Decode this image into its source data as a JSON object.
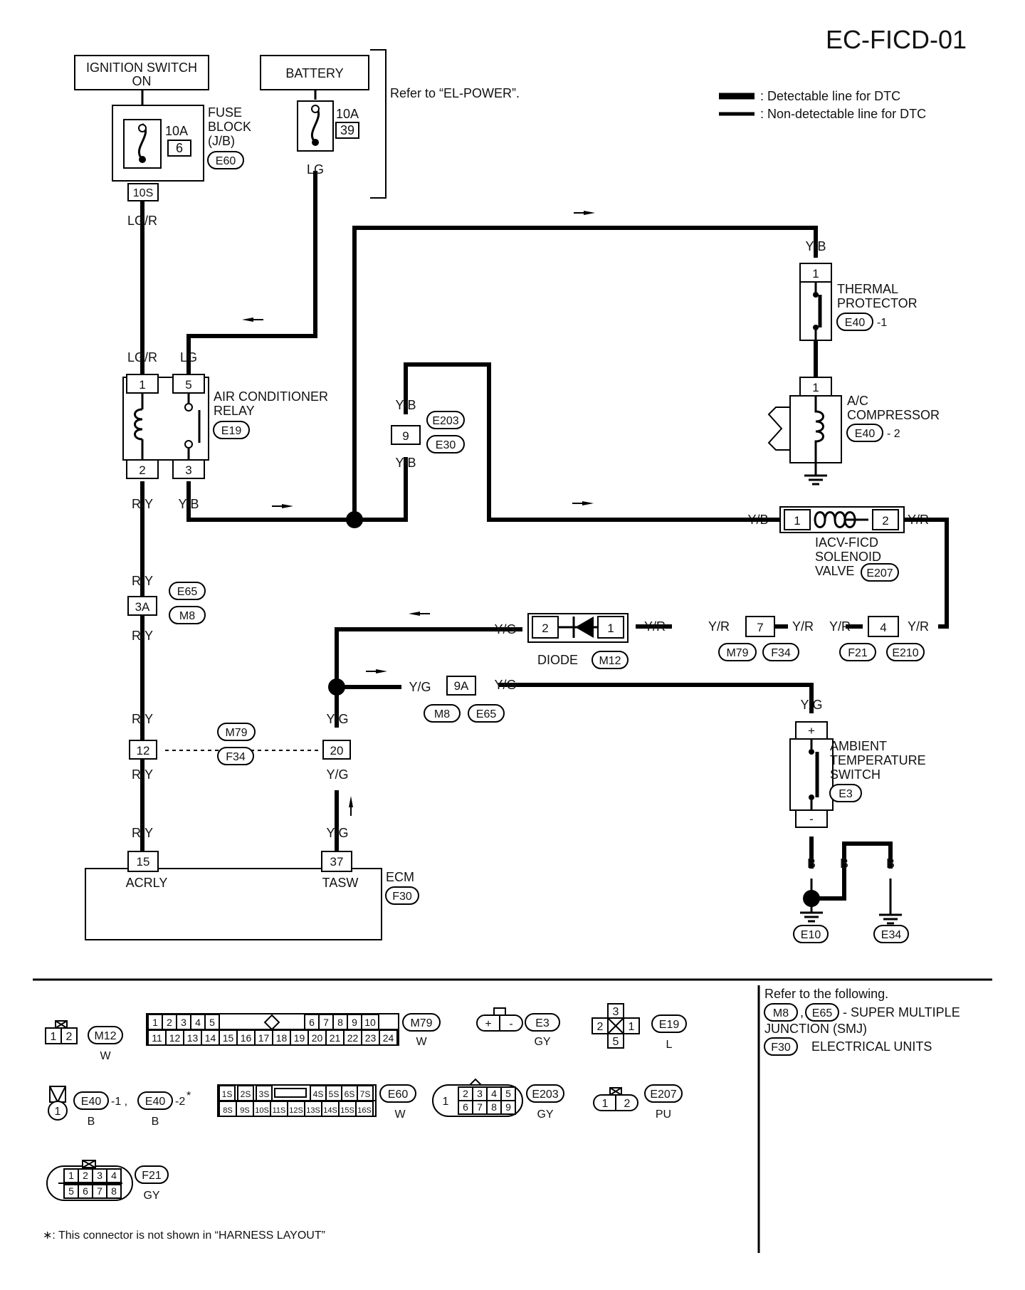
{
  "page_id": "EC-FICD-01",
  "legend": {
    "detectable": ": Detectable line for DTC",
    "non_detectable": ": Non-detectable line for DTC"
  },
  "components": {
    "ignition": {
      "line1": "IGNITION SWITCH",
      "line2": "ON"
    },
    "battery": {
      "name": "BATTERY"
    },
    "refer_power": "Refer to “EL-POWER”.",
    "fuse_block": {
      "line1": "FUSE",
      "line2": "BLOCK",
      "line3": "(J/B)",
      "conn": "E60",
      "amp": "10A",
      "num": "6",
      "pin": "10S"
    },
    "battery_fuse": {
      "amp": "10A",
      "num": "39"
    },
    "ac_relay": {
      "line1": "AIR CONDITIONER",
      "line2": "RELAY",
      "conn": "E19",
      "pins": [
        "1",
        "5",
        "2",
        "3"
      ]
    },
    "thermal": {
      "line1": "THERMAL",
      "line2": "PROTECTOR",
      "conn": "E40",
      "suffix": "-1",
      "pin": "1"
    },
    "compressor": {
      "line1": "A/C",
      "line2": "COMPRESSOR",
      "conn": "E40",
      "suffix": "- 2",
      "pin": "1"
    },
    "iacv": {
      "line1": "IACV-FICD",
      "line2": "SOLENOID",
      "line3": "VALVE",
      "conn": "E207",
      "pins": [
        "1",
        "2"
      ]
    },
    "diode": {
      "name": "DIODE",
      "conn": "M12",
      "pins": [
        "2",
        "1"
      ]
    },
    "ambient": {
      "line1": "AMBIENT",
      "line2": "TEMPERATURE",
      "line3": "SWITCH",
      "conn": "E3",
      "plus": "+",
      "minus": "-"
    },
    "ecm": {
      "name": "ECM",
      "conn": "F30",
      "pin1": "15",
      "pin1_name": "ACRLY",
      "pin2": "37",
      "pin2_name": "TASW"
    }
  },
  "joints": {
    "e203": {
      "pin": "9",
      "c1": "E203",
      "c2": "E30"
    },
    "e65": {
      "pin": "3A",
      "c1": "E65",
      "c2": "M8"
    },
    "m79a": {
      "pin": "7",
      "c1": "M79",
      "c2": "F34"
    },
    "f21": {
      "pin": "4",
      "c1": "F21",
      "c2": "E210"
    },
    "m8": {
      "pin": "9A",
      "c1": "M8",
      "c2": "E65"
    },
    "m79b": {
      "pin1": "12",
      "pin2": "20",
      "c1": "M79",
      "c2": "F34"
    }
  },
  "wire_colors": {
    "lgr": "LG/R",
    "lg": "LG",
    "yb": "Y/B",
    "ry": "R/Y",
    "yr": "Y/R",
    "yg": "Y/G",
    "b": "B"
  },
  "grounds": {
    "g1": "E10",
    "g2": "E34"
  },
  "connectors": {
    "m12": {
      "id": "M12",
      "color": "W",
      "pins": [
        "1",
        "2"
      ]
    },
    "m79": {
      "id": "M79",
      "color": "W",
      "row1": [
        "1",
        "2",
        "3",
        "4",
        "5",
        "6",
        "7",
        "8",
        "9",
        "10"
      ],
      "row2": [
        "11",
        "12",
        "13",
        "14",
        "15",
        "16",
        "17",
        "18",
        "19",
        "20",
        "21",
        "22",
        "23",
        "24"
      ]
    },
    "e3": {
      "id": "E3",
      "color": "GY",
      "pins": [
        "+",
        "-"
      ]
    },
    "e19": {
      "id": "E19",
      "color": "L",
      "pins": [
        "3",
        "2",
        "1",
        "5"
      ]
    },
    "e40": {
      "id1": "E40",
      "suffix1": "-1 ,",
      "id2": "E40",
      "suffix2": "-2",
      "star": "*",
      "color1": "B",
      "color2": "B",
      "pin": "1"
    },
    "e60": {
      "id": "E60",
      "color": "W",
      "row1": [
        "1S",
        "2S",
        "3S",
        "4S",
        "5S",
        "6S",
        "7S"
      ],
      "row2": [
        "8S",
        "9S",
        "10S",
        "11S",
        "12S",
        "13S",
        "14S",
        "15S",
        "16S"
      ]
    },
    "e203": {
      "id": "E203",
      "color": "GY",
      "pin1": "1",
      "row1": [
        "2",
        "3",
        "4",
        "5"
      ],
      "row2": [
        "6",
        "7",
        "8",
        "9"
      ]
    },
    "e207": {
      "id": "E207",
      "color": "PU",
      "pins": [
        "1",
        "2"
      ]
    },
    "f21": {
      "id": "F21",
      "color": "GY",
      "row1": [
        "1",
        "2",
        "3",
        "4"
      ],
      "row2": [
        "5",
        "6",
        "7",
        "8"
      ]
    }
  },
  "refer": {
    "intro": "Refer to the following.",
    "c1": "M8",
    "c2": "E65",
    "smj": "- SUPER MULTIPLE",
    "smj2": "JUNCTION (SMJ)",
    "c3": "F30",
    "eu": "ELECTRICAL UNITS"
  },
  "footnote": "∗: This connector is not shown in “HARNESS LAYOUT”"
}
